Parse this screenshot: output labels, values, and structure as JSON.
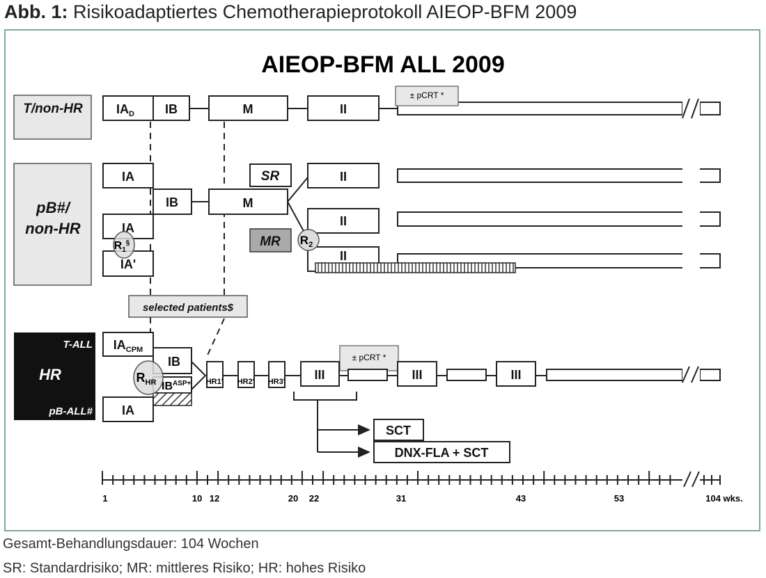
{
  "caption": {
    "prefix": "Abb. 1:",
    "text": " Risikoadaptiertes Chemotherapieprotokoll AIEOP-BFM 2009"
  },
  "diagram": {
    "title": "AIEOP-BFM ALL 2009",
    "groups": {
      "t_non_hr": "T/non-HR",
      "pb_non_hr_1": "pB#/",
      "pb_non_hr_2": "non-HR",
      "hr": "HR",
      "t_all": "T-ALL",
      "pb_all": "pB-ALL#"
    },
    "blocks": {
      "ia": "IA",
      "iad_sub": "D",
      "ib": "IB",
      "m": "M",
      "ii": "II",
      "iii": "III",
      "ia_prime": "IA'",
      "iacpm_sub": "CPM",
      "ib_asp": "ASP+",
      "sr": "SR",
      "mr": "MR",
      "pcrt": "± pCRT *",
      "selected": "selected patients$",
      "sct": "SCT",
      "dnx": "DNX-FLA + SCT",
      "hr1": "HR1'",
      "hr2": "HR2'",
      "hr3": "HR3'",
      "r1": "R",
      "r1_sub": "1",
      "r1_sup": "§",
      "r2": "R",
      "r2_sub": "2",
      "rhr": "R",
      "rhr_sub": "HR"
    },
    "timeline": {
      "ticks": [
        "1",
        "10",
        "12",
        "20",
        "22",
        "31",
        "43",
        "53",
        "104 wks."
      ],
      "weeks": [
        1,
        10,
        12,
        20,
        22,
        31,
        43,
        53
      ]
    }
  },
  "footer": {
    "line1": "Gesamt-Behandlungsdauer: 104 Wochen",
    "line2": "SR: Standardrisiko; MR: mittleres Risiko; HR: hohes Risiko"
  }
}
